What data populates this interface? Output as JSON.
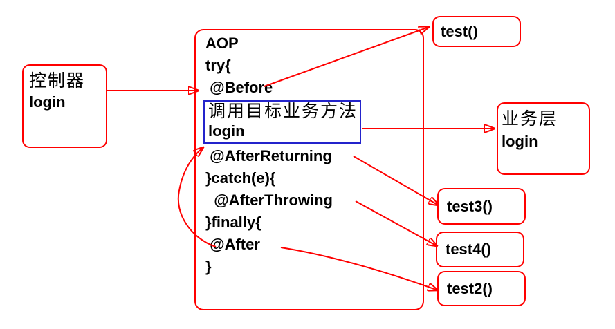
{
  "diagram": {
    "controller": {
      "title": "控制器",
      "method": "login"
    },
    "aop": {
      "header": "AOP",
      "try_line": "try{",
      "before": " @Before",
      "target_call": {
        "caption": "调用目标业务方法",
        "method": "login"
      },
      "after_returning": " @AfterReturning",
      "catch_line": "}catch(e){",
      "after_throwing": "  @AfterThrowing",
      "finally_line": "}finally{",
      "after": " @After",
      "close_brace": "}"
    },
    "service": {
      "title": "业务层",
      "method": "login"
    },
    "advice_targets": {
      "before_target": "test()",
      "after_returning_target": "test3()",
      "after_throwing_target": "test4()",
      "after_target": "test2()"
    },
    "colors": {
      "arrow": "#ff0000",
      "box_border": "#ff0000",
      "highlight_border": "#2323cb",
      "text": "#000000"
    }
  }
}
